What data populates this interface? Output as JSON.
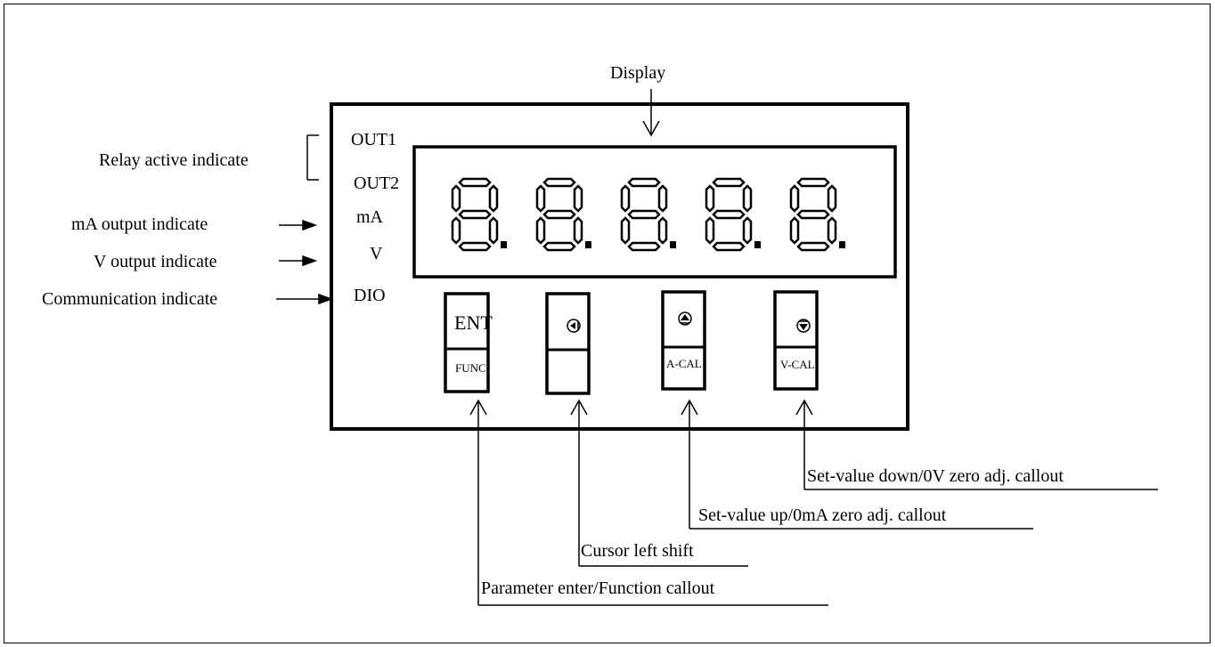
{
  "diagram": {
    "display_label": "Display",
    "relay_label": "Relay active indicate",
    "ma_output_label": "mA output indicate",
    "v_output_label": "V output indicate",
    "comm_label": "Communication indicate",
    "indicators": {
      "out1": "OUT1",
      "out2": "OUT2",
      "ma": "mA",
      "v": "V",
      "dio": "DIO"
    },
    "buttons": {
      "ent": {
        "top": "ENT",
        "bottom": "FUNC"
      },
      "left": {
        "top_icon": "left-triangle-icon",
        "bottom": ""
      },
      "up": {
        "top_icon": "up-triangle-icon",
        "bottom": "A-CAL"
      },
      "down": {
        "top_icon": "down-triangle-icon",
        "bottom": "V-CAL"
      }
    },
    "callouts": {
      "down": "Set-value down/0V zero adj. callout",
      "up": "Set-value up/0mA zero adj. callout",
      "left": "Cursor left shift",
      "ent": "Parameter enter/Function callout"
    },
    "digits": 5
  }
}
